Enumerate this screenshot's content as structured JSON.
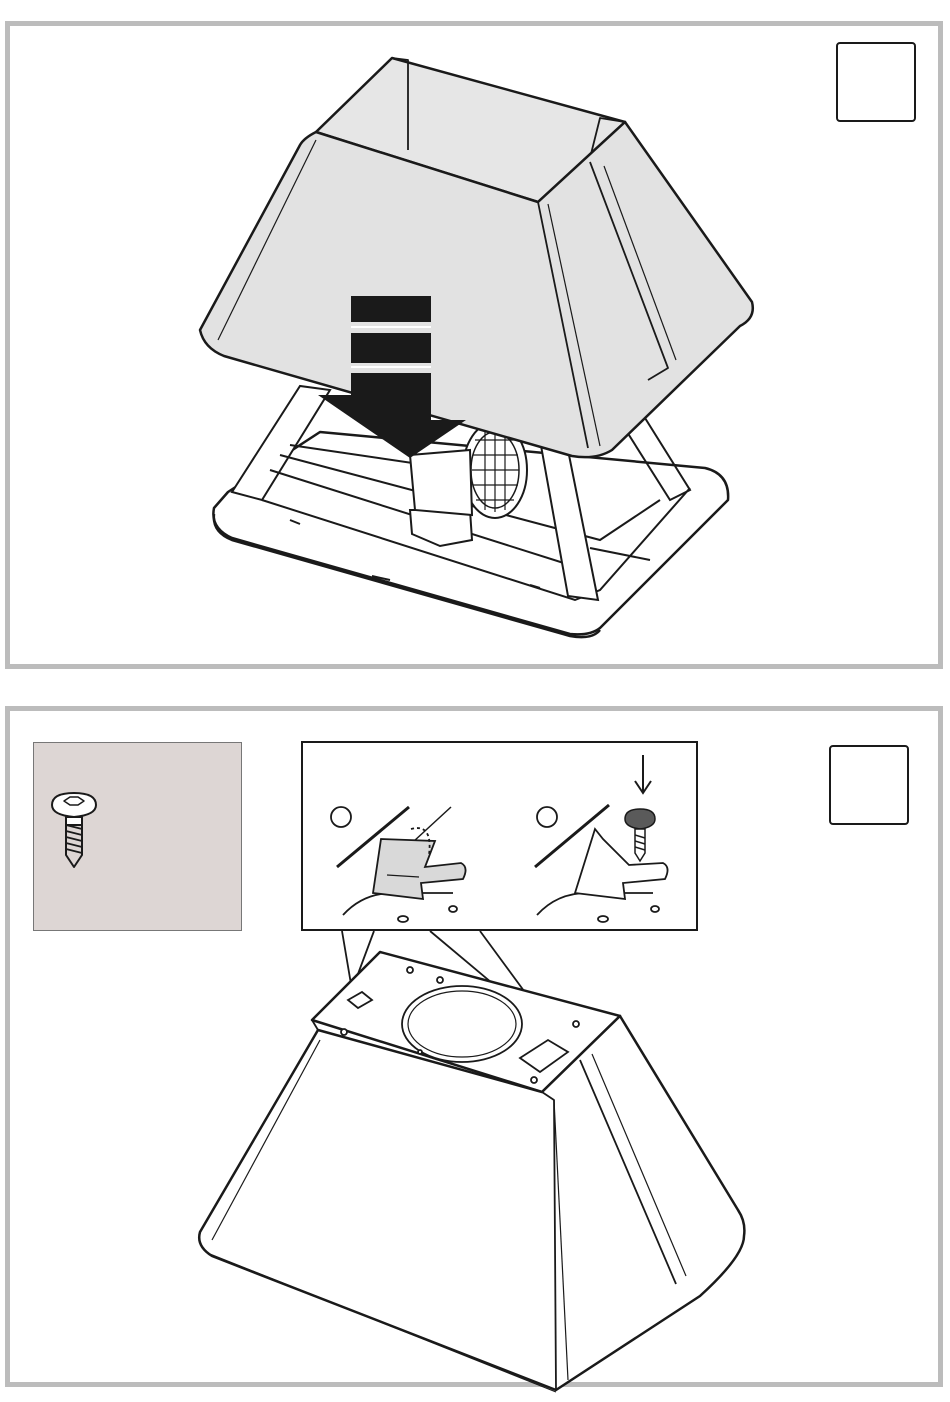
{
  "figures": [
    {
      "id": "step-1",
      "step_number": "",
      "illustration": "chimney-cover-lowered-onto-hood-frame",
      "icons": [
        "down-arrow-icon"
      ]
    },
    {
      "id": "step-2",
      "step_number": "",
      "illustration": "hood-cover-upright-top-view",
      "icons": [
        "screw-icon",
        "down-arrow-icon"
      ],
      "detail_markers": [
        "",
        ""
      ]
    }
  ],
  "colors": {
    "panel_border": "#bcbcbc",
    "cover_fill": "#e2e2e2",
    "parts_background": "#ddd6d4",
    "line": "#1a1a1a",
    "arrow": "#1a1a1a"
  }
}
